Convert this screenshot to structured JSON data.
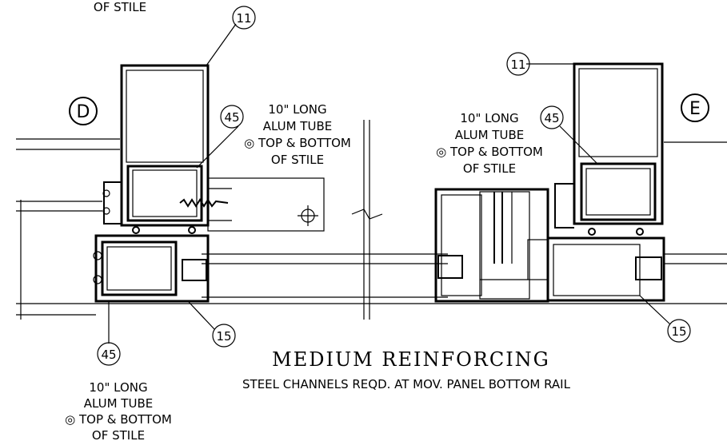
{
  "notes": {
    "top_left_fragment": "OF STILE",
    "note_center": [
      "10\" LONG",
      "ALUM TUBE",
      "◎ TOP & BOTTOM",
      "OF STILE"
    ],
    "note_right": [
      "10\" LONG",
      "ALUM TUBE",
      "◎ TOP & BOTTOM",
      "OF STILE"
    ],
    "note_bottom_left": [
      "10\" LONG",
      "ALUM TUBE",
      "◎ TOP & BOTTOM",
      "OF STILE"
    ]
  },
  "sections": {
    "left": "D",
    "right": "E"
  },
  "tags": {
    "t11_left": "11",
    "t11_right": "11",
    "t45_center": "45",
    "t45_right": "45",
    "t45_bottom": "45",
    "t15_left": "15",
    "t15_right": "15"
  },
  "title": {
    "main": "MEDIUM REINFORCING",
    "sub": "STEEL CHANNELS REQD. AT MOV. PANEL BOTTOM RAIL"
  }
}
